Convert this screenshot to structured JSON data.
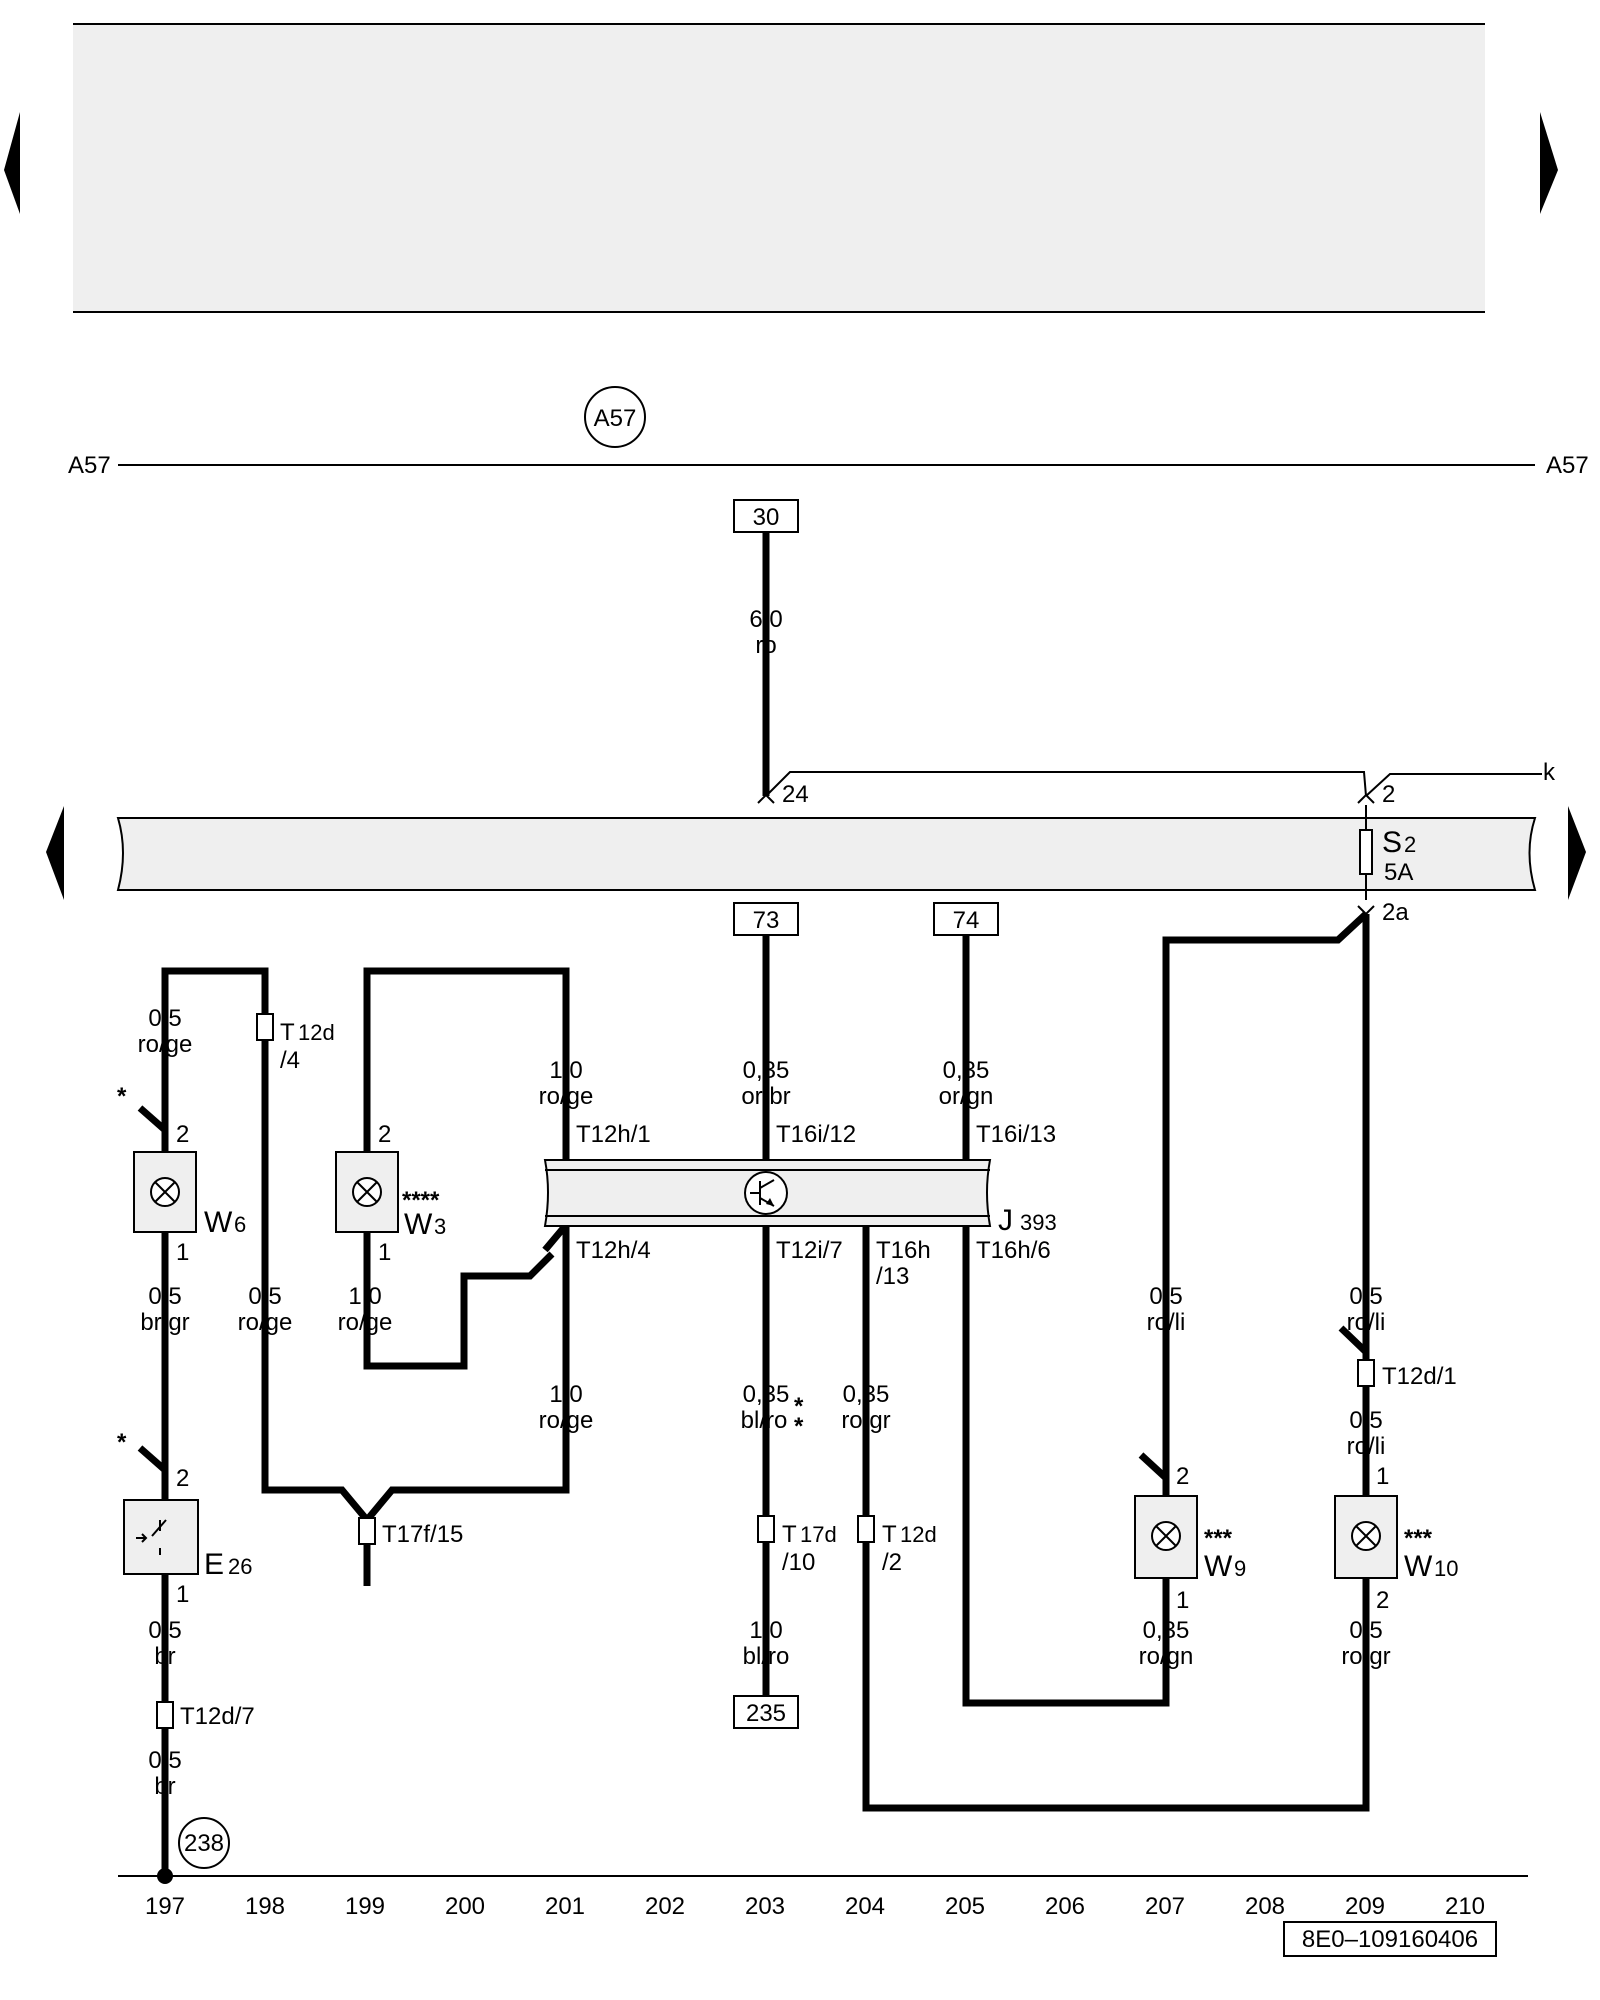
{
  "diagram_id": "8E0–109160406",
  "ref_circle": "A57",
  "ref_label_left": "A57",
  "ref_label_right": "A57",
  "terminal_30": "30",
  "terminal_73": "73",
  "terminal_74": "74",
  "terminal_235": "235",
  "terminal_238": "238",
  "wire_main_size": "6,0",
  "wire_main_color": "ro",
  "pin_24": "24",
  "pin_2_fuse": "2",
  "pin_2a": "2a",
  "label_k": "k",
  "fuse_name": "S",
  "fuse_sub": "2",
  "fuse_rating": "5A",
  "j393_name": "J",
  "j393_sub": "393",
  "w6_name": "W",
  "w6_sub": "6",
  "w3_name": "W",
  "w3_sub": "3",
  "w3_stars": "****",
  "w9_name": "W",
  "w9_sub": "9",
  "w9_stars": "***",
  "w10_name": "W",
  "w10_sub": "10",
  "w10_stars": "***",
  "e26_name": "E",
  "e26_sub": "26",
  "star": "*",
  "pin_1": "1",
  "pin_2": "2",
  "conn_t12h1": "T12h/1",
  "conn_t16i12": "T16i/12",
  "conn_t16i13": "T16i/13",
  "conn_t12h4": "T12h/4",
  "conn_t12i7": "T12i/7",
  "conn_t16h": "T16h",
  "conn_t16h_b": "/13",
  "conn_t16h6": "T16h/6",
  "conn_t12d_a": "T",
  "conn_t12d_b": "12d",
  "conn_t12d_4": "/4",
  "conn_t12d1": "T12d/1",
  "conn_t12d7": "T12d/7",
  "conn_t17f15": "T17f/15",
  "conn_t17d_a": "T",
  "conn_t17d_b": "17d",
  "conn_t17d_c": "/10",
  "conn_t12d2_a": "T",
  "conn_t12d2_b": "12d",
  "conn_t12d2_c": "/2",
  "w_05": "0,5",
  "w_10": "1,0",
  "w_035": "0,35",
  "c_roge": "ro/ge",
  "c_brgr": "br/gr",
  "c_br": "br",
  "c_orbr": "or/br",
  "c_orgn": "or/gn",
  "c_blro": "bl/ro",
  "c_rogr": "ro/gr",
  "c_roli": "ro/li",
  "c_rogn": "ro/gn",
  "tracks": [
    "197",
    "198",
    "199",
    "200",
    "201",
    "202",
    "203",
    "204",
    "205",
    "206",
    "207",
    "208",
    "209",
    "210"
  ]
}
